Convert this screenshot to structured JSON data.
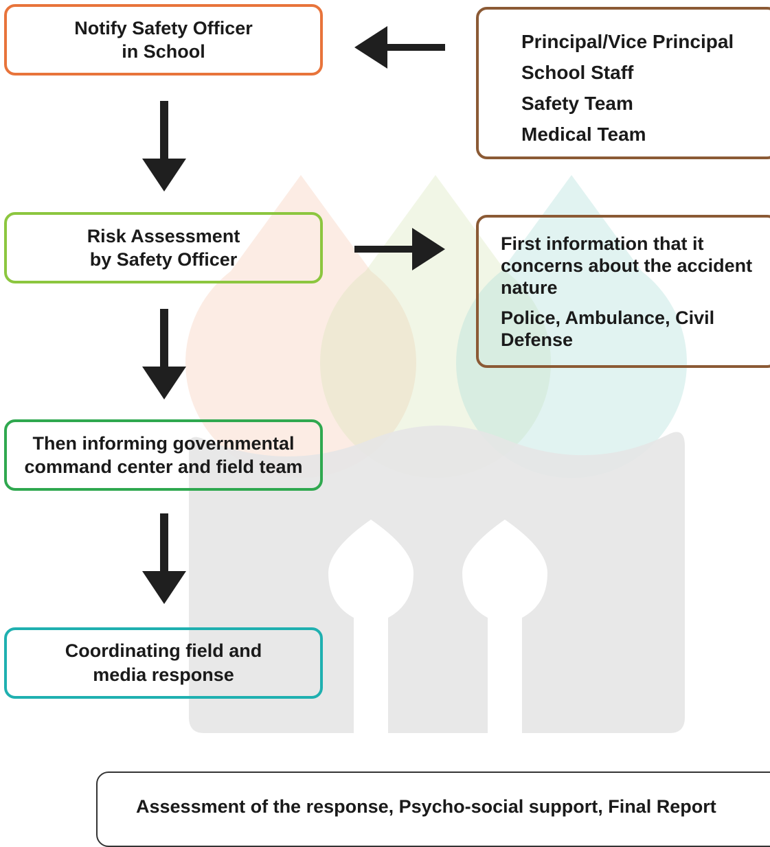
{
  "flow": {
    "notify_safety_officer": [
      "Notify Safety Officer",
      "in School"
    ],
    "risk_assessment": [
      "Risk Assessment",
      "by Safety Officer"
    ],
    "inform_government": [
      "Then informing governmental",
      "command center and field team"
    ],
    "coordinate_response": [
      "Coordinating field and",
      "media response"
    ],
    "final_step": "Assessment of the response, Psycho-social support, Final Report"
  },
  "notified_parties": {
    "items": [
      "Principal/Vice Principal",
      "School Staff",
      "Safety Team",
      "Medical Team"
    ]
  },
  "first_information": {
    "paragraphs": [
      "First information that it concerns about the accident nature",
      "Police, Ambulance, Civil Defense"
    ]
  },
  "colors": {
    "notify_border": "#e8743b",
    "risk_border": "#8cc63f",
    "government_border": "#2fa84f",
    "coordinate_border": "#1fb0b0",
    "side_box_border": "#8b5a35",
    "arrow": "#1f1f1f",
    "watermark_grey": "#e6e6e6",
    "watermark_orange": "#fbe9e0",
    "watermark_green": "#eef4e2",
    "watermark_teal": "#ddf1ef"
  }
}
